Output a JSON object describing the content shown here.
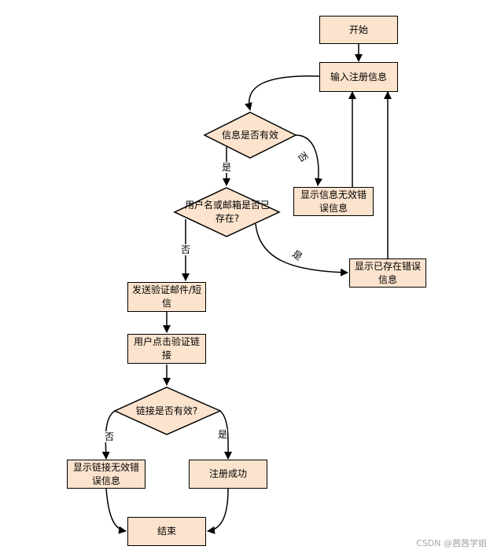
{
  "nodes": {
    "start": "开始",
    "input_info": "输入注册信息",
    "valid_check": "信息是否有效",
    "invalid_info_error": "显示信息无效错误信息",
    "exists_check": "用户名或邮箱是否已存在?",
    "exists_error": "显示已存在错误信息",
    "send_verification": "发送验证邮件/短信",
    "user_clicks_link": "用户点击验证链接",
    "link_valid_check": "链接是否有效?",
    "invalid_link_error": "显示链接无效错误信息",
    "register_success": "注册成功",
    "end": "结束"
  },
  "edge_labels": {
    "valid_yes": "是",
    "valid_no": "否",
    "exists_no": "否",
    "exists_yes": "是",
    "link_no": "否",
    "link_yes": "是"
  },
  "watermark": "CSDN @茜茜学姐",
  "colors": {
    "node_fill": "#fbe3cd",
    "stroke": "#000000"
  }
}
